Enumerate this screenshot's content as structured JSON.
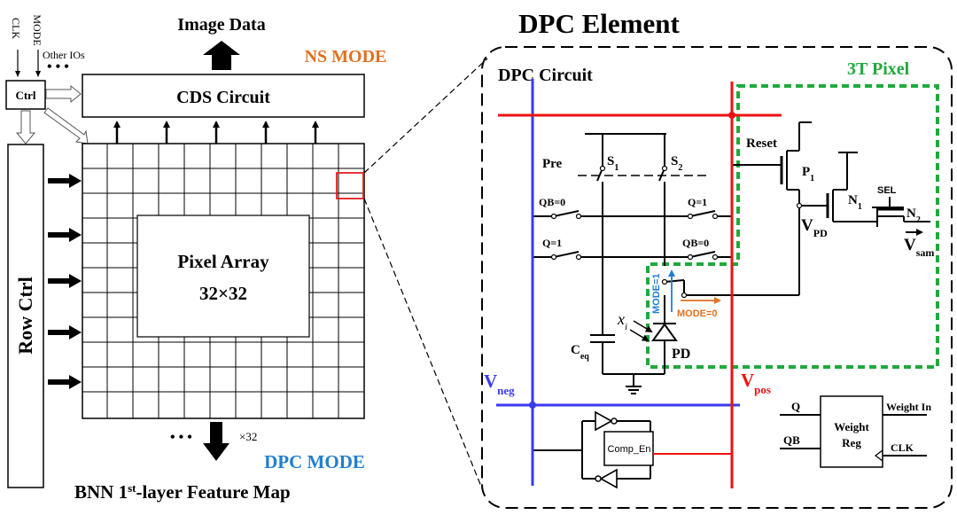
{
  "left": {
    "image_data": "Image Data",
    "ns_mode": "NS MODE",
    "cds_circuit": "CDS Circuit",
    "ctrl": "Ctrl",
    "clk": "CLK",
    "mode": "MODE",
    "other_ios": "Other IOs",
    "row_ctrl": "Row Ctrl",
    "pixel_array": "Pixel Array",
    "array_size": "32×32",
    "x32": "×32",
    "dpc_mode": "DPC MODE",
    "feature_map_prefix": "BNN 1",
    "feature_map_sup": "st",
    "feature_map_suffix": "-layer Feature Map"
  },
  "right": {
    "title": "DPC Element",
    "dpc_circuit": "DPC Circuit",
    "three_t_pixel": "3T Pixel",
    "reset": "Reset",
    "pre": "Pre",
    "s1": "S",
    "s1_sub": "1",
    "s2": "S",
    "s2_sub": "2",
    "qb0_top": "QB=0",
    "q1_top": "Q=1",
    "q1_bottom": "Q=1",
    "qb0_bottom": "QB=0",
    "p1": "P",
    "p1_sub": "1",
    "n1": "N",
    "n1_sub": "1",
    "sel": "SEL",
    "n2": "N",
    "n2_sub": "2",
    "vpd": "V",
    "vpd_sub": "PD",
    "vsam": "V",
    "vsam_sub": "sam",
    "mode1": "MODE=1",
    "mode0": "MODE=0",
    "xi": "x",
    "xi_sub": "i",
    "ceq": "C",
    "ceq_sub": "eq",
    "pd": "PD",
    "vneg": "V",
    "vneg_sub": "neg",
    "vpos": "V",
    "vpos_sub": "pos",
    "comp_en": "Comp_En",
    "q": "Q",
    "qb": "QB",
    "weight_reg_1": "Weight",
    "weight_reg_2": "Reg",
    "weight_in": "Weight In",
    "clk": "CLK"
  },
  "colors": {
    "ns_mode": "#e07020",
    "dpc_mode": "#1f7fd0",
    "green": "#1faa3c",
    "blue_rail": "#3a3af0",
    "red_rail": "#ee1111",
    "pixel_highlight": "#e02020"
  }
}
